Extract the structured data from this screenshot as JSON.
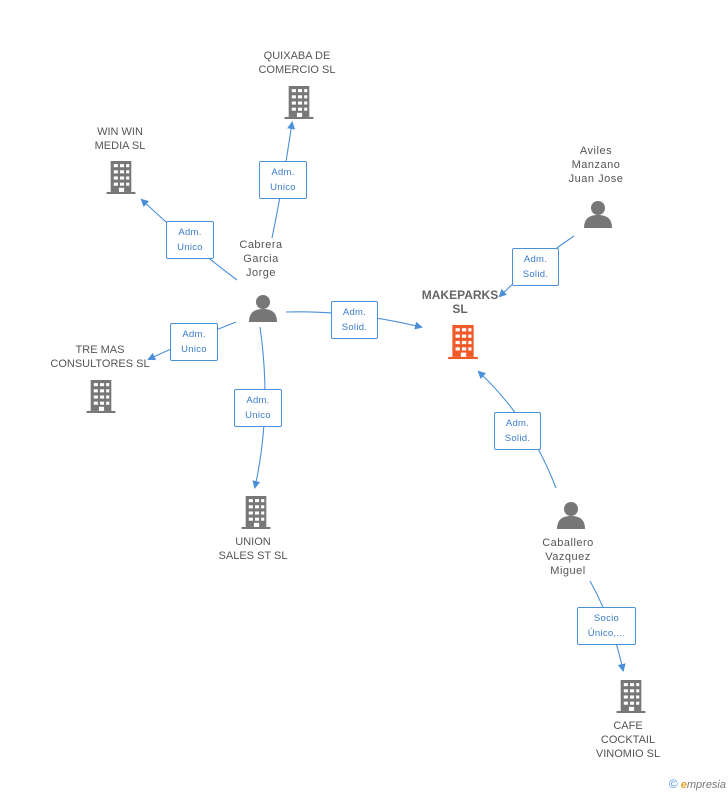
{
  "colors": {
    "edge": "#4a90d9",
    "company_icon": "#777777",
    "center_icon": "#f05a28",
    "person_icon": "#777777"
  },
  "nodes": {
    "quixaba": {
      "label": "QUIXABA DE\nCOMERCIO SL",
      "icon": "building-icon"
    },
    "winwin": {
      "label": "WIN WIN\nMEDIA  SL",
      "icon": "building-icon"
    },
    "cabrera": {
      "label": "Cabrera\nGarcia\nJorge",
      "icon": "person-icon"
    },
    "aviles": {
      "label": "Aviles\nManzano\nJuan Jose",
      "icon": "person-icon"
    },
    "makeparks": {
      "label": "MAKEPARKS\nSL",
      "icon": "building-icon"
    },
    "tremas": {
      "label": "TRE MAS\nCONSULTORES SL",
      "icon": "building-icon"
    },
    "union": {
      "label": "UNION\nSALES ST SL",
      "icon": "building-icon"
    },
    "caballero": {
      "label": "Caballero\nVazquez\nMiguel",
      "icon": "person-icon"
    },
    "cafe": {
      "label": "CAFE\nCOCKTAIL\nVINOMIO SL",
      "icon": "building-icon"
    }
  },
  "edges": {
    "cabrera_quixaba": "Adm.\nUnico",
    "cabrera_winwin": "Adm.\nUnico",
    "cabrera_makeparks": "Adm.\nSolid.",
    "cabrera_tremas": "Adm.\nUnico",
    "cabrera_union": "Adm.\nUnico",
    "aviles_makeparks": "Adm.\nSolid.",
    "caballero_makeparks": "Adm.\nSolid.",
    "caballero_cafe": "Socio\nÚnico,..."
  },
  "footer": {
    "copyright": "©",
    "brand_e": "e",
    "brand_rest": "mpresia"
  }
}
